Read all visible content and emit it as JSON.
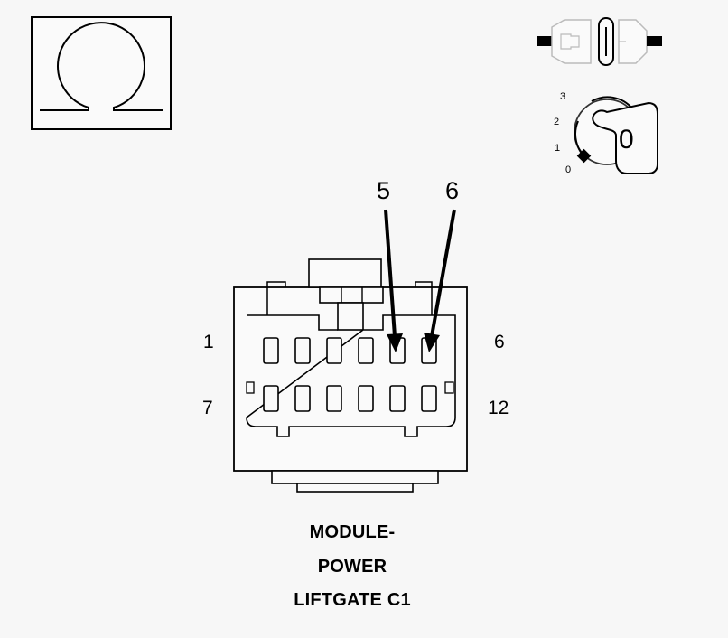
{
  "ignition_key": {
    "positions": [
      "3",
      "2",
      "1",
      "0"
    ],
    "current_position": "0"
  },
  "connector": {
    "pin_labels": {
      "top_left": "1",
      "top_right": "6",
      "bottom_left": "7",
      "bottom_right": "12"
    },
    "callouts": [
      "5",
      "6"
    ]
  },
  "title": {
    "line1": "MODULE-",
    "line2": "POWER",
    "line3": "LIFTGATE C1"
  }
}
